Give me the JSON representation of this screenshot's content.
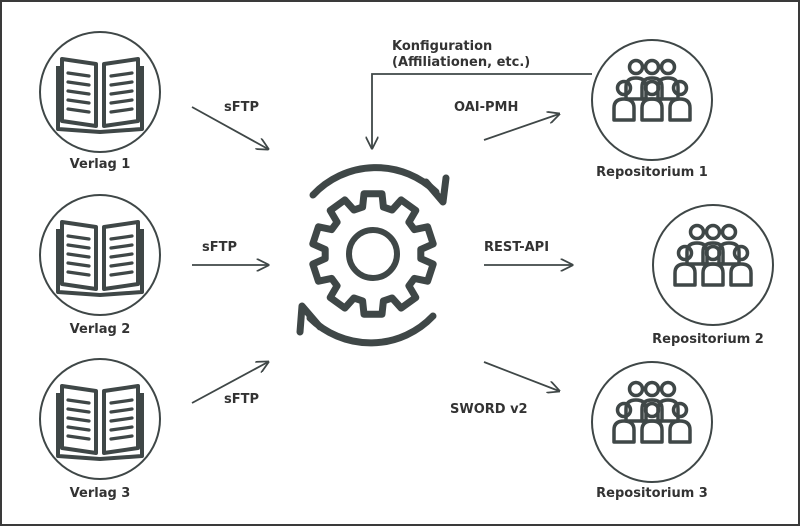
{
  "colors": {
    "stroke": "#3f4747",
    "text": "#333333",
    "frame": "#3a3a3a",
    "background": "#ffffff"
  },
  "publishers": [
    {
      "label": "Verlag 1",
      "icon": "open-book-icon"
    },
    {
      "label": "Verlag 2",
      "icon": "open-book-icon"
    },
    {
      "label": "Verlag 3",
      "icon": "open-book-icon"
    }
  ],
  "repositories": [
    {
      "label": "Repositorium 1",
      "icon": "user-group-icon"
    },
    {
      "label": "Repositorium 2",
      "icon": "user-group-icon"
    },
    {
      "label": "Repositorium 3",
      "icon": "user-group-icon"
    }
  ],
  "hub": {
    "icon": "gear-cycle-icon"
  },
  "connections": {
    "inbound": [
      "sFTP",
      "sFTP",
      "sFTP"
    ],
    "outbound": [
      "OAI-PMH",
      "REST-API",
      "SWORD v2"
    ],
    "feedback": "Konfiguration (Affiliationen, etc.)"
  }
}
